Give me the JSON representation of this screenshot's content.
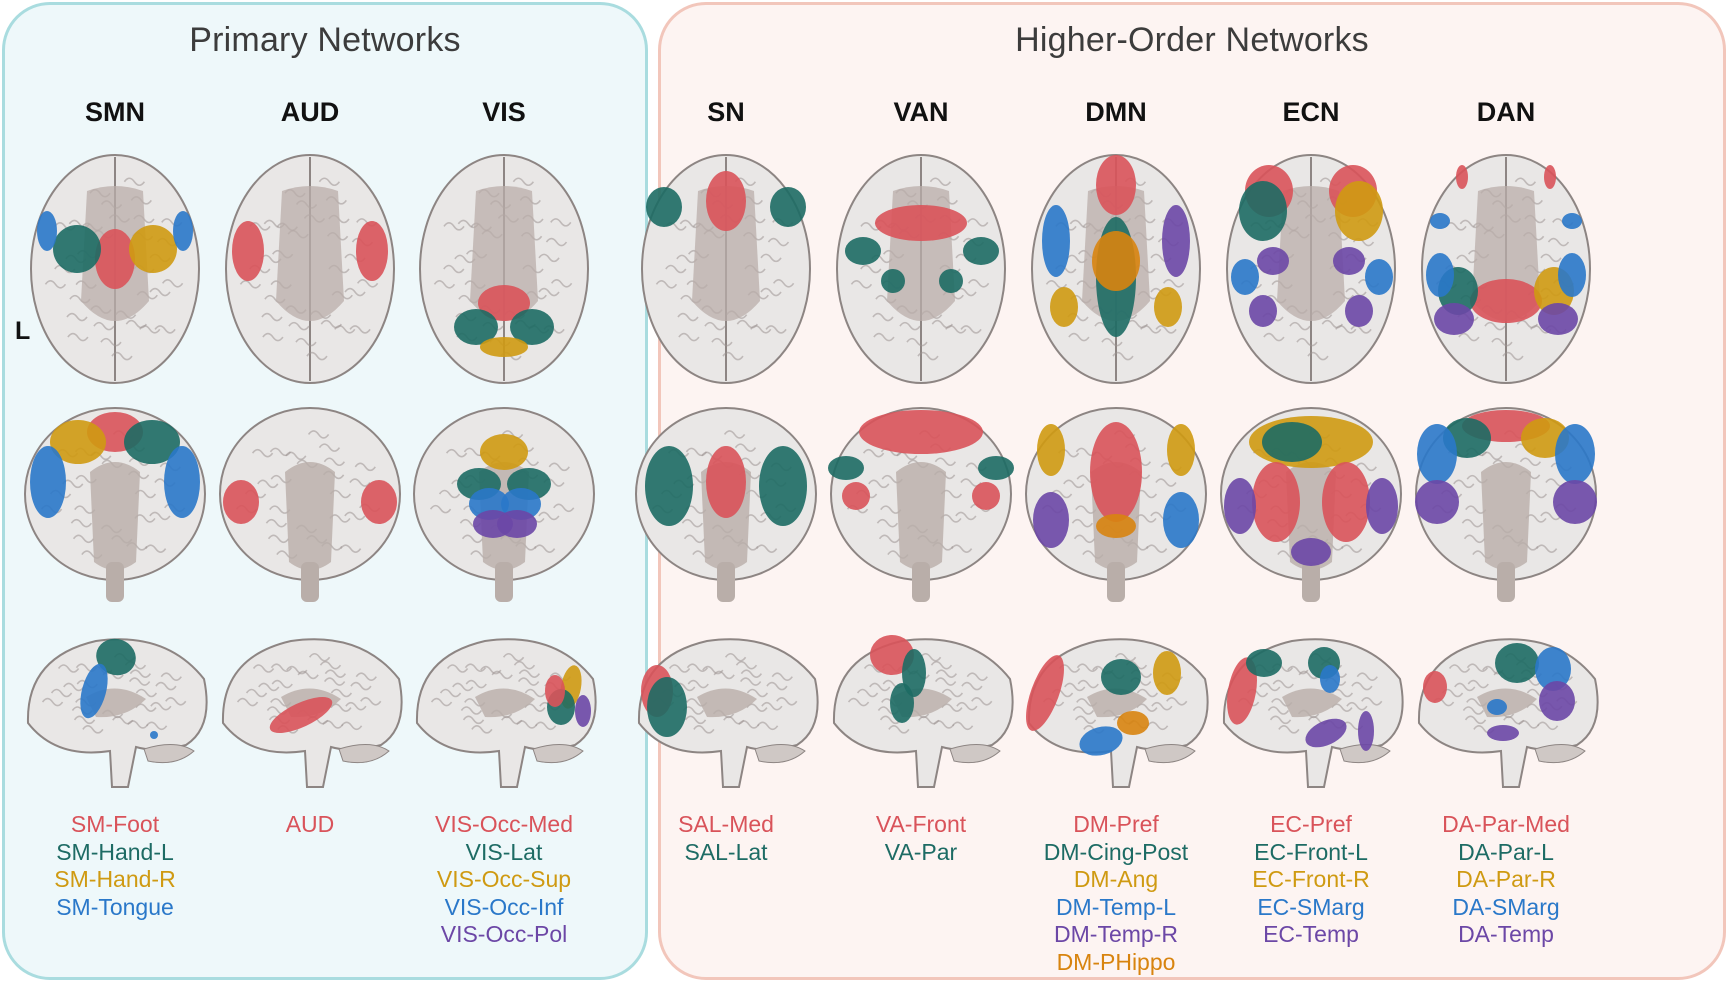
{
  "side_label": "L",
  "colors": {
    "red": "#d9535a",
    "teal": "#1d6b64",
    "gold": "#cf9a12",
    "blue": "#2a78c9",
    "purple": "#6c47a6",
    "orange": "#d8840f",
    "brain_grey": "#b9aea9",
    "panel_primary_bg": "#eef8fa",
    "panel_higher_bg": "#fdf4f2"
  },
  "groups": [
    {
      "title": "Primary Networks",
      "networks": [
        {
          "name": "SMN",
          "regions": [
            {
              "label": "SM-Foot",
              "color": "#d9535a"
            },
            {
              "label": "SM-Hand-L",
              "color": "#1d6b64"
            },
            {
              "label": "SM-Hand-R",
              "color": "#cf9a12"
            },
            {
              "label": "SM-Tongue",
              "color": "#2a78c9"
            }
          ]
        },
        {
          "name": "AUD",
          "regions": [
            {
              "label": "AUD",
              "color": "#d9535a"
            }
          ]
        },
        {
          "name": "VIS",
          "regions": [
            {
              "label": "VIS-Occ-Med",
              "color": "#d9535a"
            },
            {
              "label": "VIS-Lat",
              "color": "#1d6b64"
            },
            {
              "label": "VIS-Occ-Sup",
              "color": "#cf9a12"
            },
            {
              "label": "VIS-Occ-Inf",
              "color": "#2a78c9"
            },
            {
              "label": "VIS-Occ-Pol",
              "color": "#6c47a6"
            }
          ]
        }
      ]
    },
    {
      "title": "Higher-Order Networks",
      "networks": [
        {
          "name": "SN",
          "regions": [
            {
              "label": "SAL-Med",
              "color": "#d9535a"
            },
            {
              "label": "SAL-Lat",
              "color": "#1d6b64"
            }
          ]
        },
        {
          "name": "VAN",
          "regions": [
            {
              "label": "VA-Front",
              "color": "#d9535a"
            },
            {
              "label": "VA-Par",
              "color": "#1d6b64"
            }
          ]
        },
        {
          "name": "DMN",
          "regions": [
            {
              "label": "DM-Pref",
              "color": "#d9535a"
            },
            {
              "label": "DM-Cing-Post",
              "color": "#1d6b64"
            },
            {
              "label": "DM-Ang",
              "color": "#cf9a12"
            },
            {
              "label": "DM-Temp-L",
              "color": "#2a78c9"
            },
            {
              "label": "DM-Temp-R",
              "color": "#6c47a6"
            },
            {
              "label": "DM-PHippo",
              "color": "#d8840f"
            }
          ]
        },
        {
          "name": "ECN",
          "regions": [
            {
              "label": "EC-Pref",
              "color": "#d9535a"
            },
            {
              "label": "EC-Front-L",
              "color": "#1d6b64"
            },
            {
              "label": "EC-Front-R",
              "color": "#cf9a12"
            },
            {
              "label": "EC-SMarg",
              "color": "#2a78c9"
            },
            {
              "label": "EC-Temp",
              "color": "#6c47a6"
            }
          ]
        },
        {
          "name": "DAN",
          "regions": [
            {
              "label": "DA-Par-Med",
              "color": "#d9535a"
            },
            {
              "label": "DA-Par-L",
              "color": "#1d6b64"
            },
            {
              "label": "DA-Par-R",
              "color": "#cf9a12"
            },
            {
              "label": "DA-SMarg",
              "color": "#2a78c9"
            },
            {
              "label": "DA-Temp",
              "color": "#6c47a6"
            }
          ]
        }
      ]
    }
  ]
}
